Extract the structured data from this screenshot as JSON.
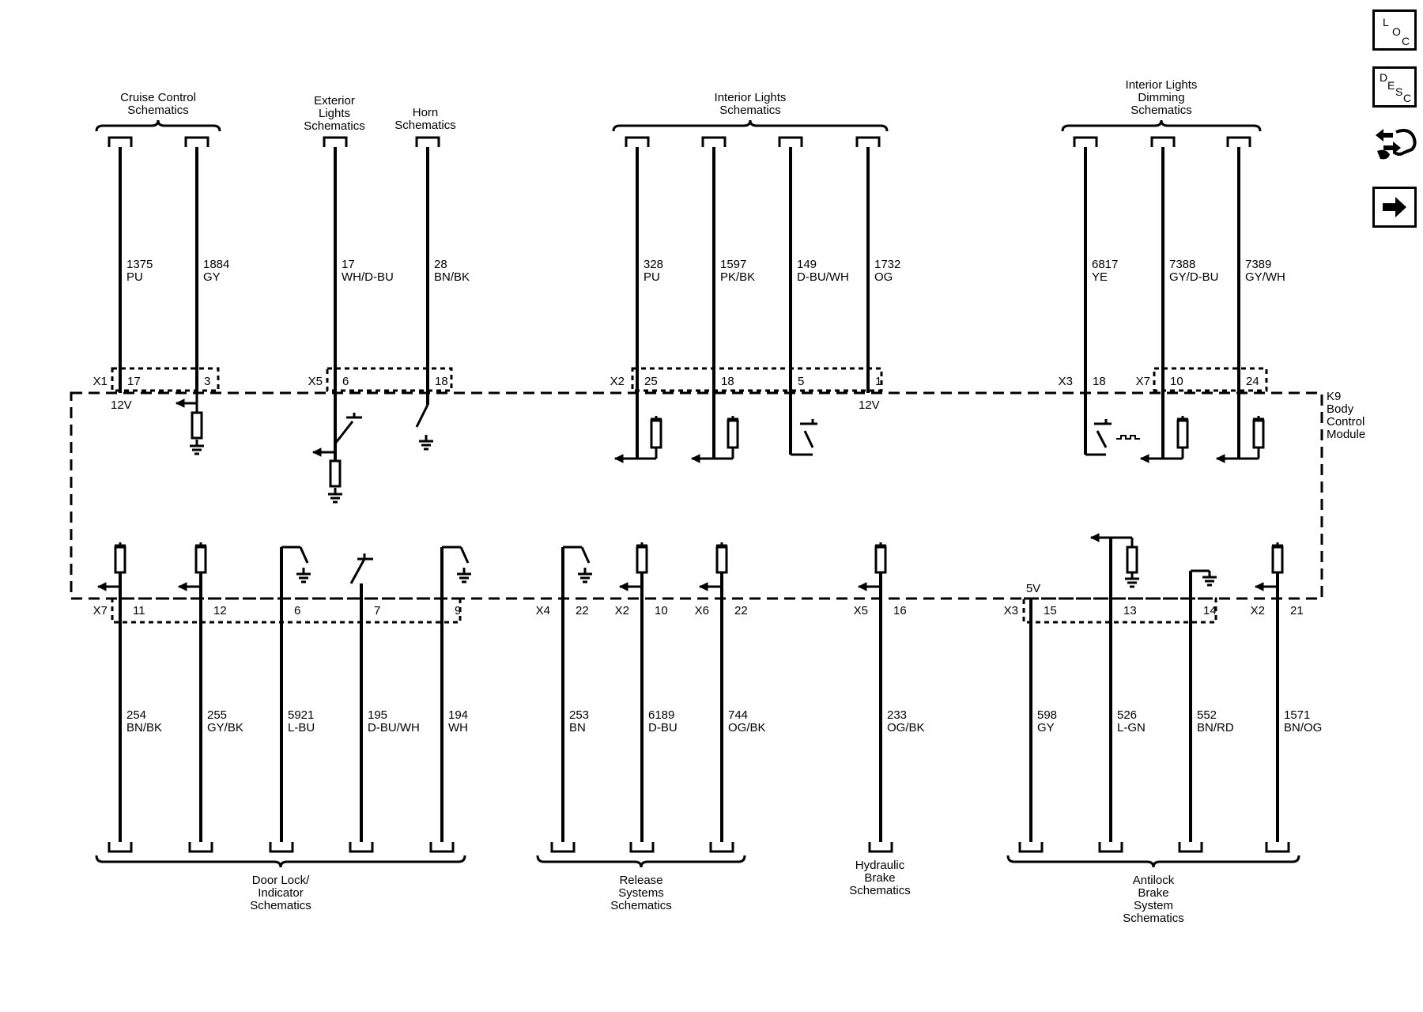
{
  "nav": {
    "loc": [
      "L",
      "O",
      "C"
    ],
    "desc": [
      "D",
      "E",
      "S",
      "C"
    ],
    "actions": [
      {
        "name": "connector-end-view-icon"
      },
      {
        "name": "next-page-arrow-icon"
      }
    ]
  },
  "module": {
    "lines": [
      "K9",
      "Body",
      "Control",
      "Module"
    ]
  },
  "top_groups": [
    {
      "lines": [
        "Cruise Control",
        "Schematics"
      ]
    },
    {
      "lines": [
        "Exterior",
        "Lights",
        "Schematics"
      ]
    },
    {
      "lines": [
        "Horn",
        "Schematics"
      ]
    },
    {
      "lines": [
        "Interior Lights",
        "Schematics"
      ]
    },
    {
      "lines": [
        "Interior Lights",
        "Dimming",
        "Schematics"
      ]
    }
  ],
  "bottom_groups": [
    {
      "lines": [
        "Door Lock/",
        "Indicator",
        "Schematics"
      ]
    },
    {
      "lines": [
        "Release",
        "Systems",
        "Schematics"
      ]
    },
    {
      "lines": [
        "Hydraulic",
        "Brake",
        "Schematics"
      ]
    },
    {
      "lines": [
        "Antilock",
        "Brake",
        "System",
        "Schematics"
      ]
    }
  ],
  "top_connectors": [
    {
      "connector": "X1",
      "pin": "17",
      "circuit": "1375",
      "color": "PU",
      "voltage": "12V"
    },
    {
      "connector": "",
      "pin": "3",
      "circuit": "1884",
      "color": "GY",
      "voltage": ""
    },
    {
      "connector": "X5",
      "pin": "6",
      "circuit": "17",
      "color": "WH/D-BU",
      "voltage": ""
    },
    {
      "connector": "",
      "pin": "18",
      "circuit": "28",
      "color": "BN/BK",
      "voltage": ""
    },
    {
      "connector": "X2",
      "pin": "25",
      "circuit": "328",
      "color": "PU",
      "voltage": ""
    },
    {
      "connector": "",
      "pin": "18",
      "circuit": "1597",
      "color": "PK/BK",
      "voltage": ""
    },
    {
      "connector": "",
      "pin": "5",
      "circuit": "149",
      "color": "D-BU/WH",
      "voltage": ""
    },
    {
      "connector": "",
      "pin": "1",
      "circuit": "1732",
      "color": "OG",
      "voltage": "12V"
    },
    {
      "connector": "X3",
      "pin": "18",
      "circuit": "6817",
      "color": "YE",
      "voltage": ""
    },
    {
      "connector": "X7",
      "pin": "10",
      "circuit": "7388",
      "color": "GY/D-BU",
      "voltage": ""
    },
    {
      "connector": "",
      "pin": "24",
      "circuit": "7389",
      "color": "GY/WH",
      "voltage": ""
    }
  ],
  "bottom_connectors": [
    {
      "connector": "X7",
      "pin": "11",
      "circuit": "254",
      "color": "BN/BK",
      "voltage": ""
    },
    {
      "connector": "",
      "pin": "12",
      "circuit": "255",
      "color": "GY/BK",
      "voltage": ""
    },
    {
      "connector": "",
      "pin": "6",
      "circuit": "5921",
      "color": "L-BU",
      "voltage": ""
    },
    {
      "connector": "",
      "pin": "7",
      "circuit": "195",
      "color": "D-BU/WH",
      "voltage": ""
    },
    {
      "connector": "",
      "pin": "9",
      "circuit": "194",
      "color": "WH",
      "voltage": ""
    },
    {
      "connector": "X4",
      "pin": "22",
      "circuit": "253",
      "color": "BN",
      "voltage": ""
    },
    {
      "connector": "X2",
      "pin": "10",
      "circuit": "6189",
      "color": "D-BU",
      "voltage": ""
    },
    {
      "connector": "X6",
      "pin": "22",
      "circuit": "744",
      "color": "OG/BK",
      "voltage": ""
    },
    {
      "connector": "X5",
      "pin": "16",
      "circuit": "233",
      "color": "OG/BK",
      "voltage": ""
    },
    {
      "connector": "X3",
      "pin": "15",
      "circuit": "598",
      "color": "GY",
      "voltage": "5V"
    },
    {
      "connector": "",
      "pin": "13",
      "circuit": "526",
      "color": "L-GN",
      "voltage": ""
    },
    {
      "connector": "",
      "pin": "14",
      "circuit": "552",
      "color": "BN/RD",
      "voltage": ""
    },
    {
      "connector": "X2",
      "pin": "21",
      "circuit": "1571",
      "color": "BN/OG",
      "voltage": ""
    }
  ]
}
